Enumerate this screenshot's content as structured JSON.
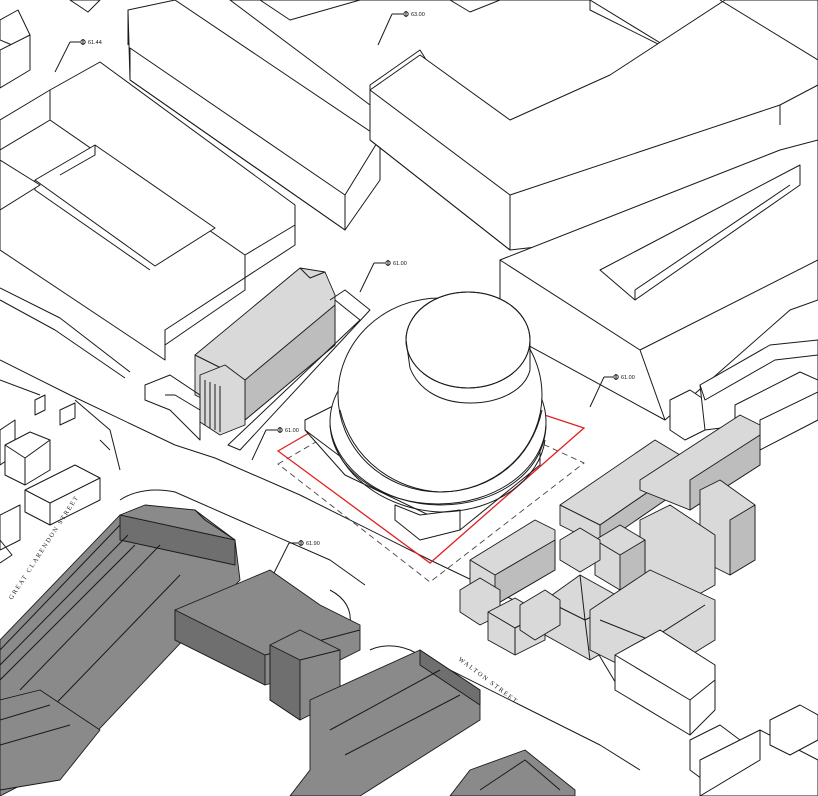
{
  "drawing": {
    "streets": {
      "walton": "WALTON STREET",
      "great_clarendon": "GREAT CLARENDON STREET"
    },
    "levels": [
      {
        "id": "lvl-1",
        "text": "61.44"
      },
      {
        "id": "lvl-2",
        "text": "63.00"
      },
      {
        "id": "lvl-3",
        "text": "61.00"
      },
      {
        "id": "lvl-4",
        "text": "61.00"
      },
      {
        "id": "lvl-5",
        "text": "61.00"
      },
      {
        "id": "lvl-6",
        "text": "61.90"
      }
    ],
    "colors": {
      "site_boundary": "#e02020",
      "existing_context": "#d9d9d9",
      "listed_buildings": "#8a8a8a"
    }
  }
}
